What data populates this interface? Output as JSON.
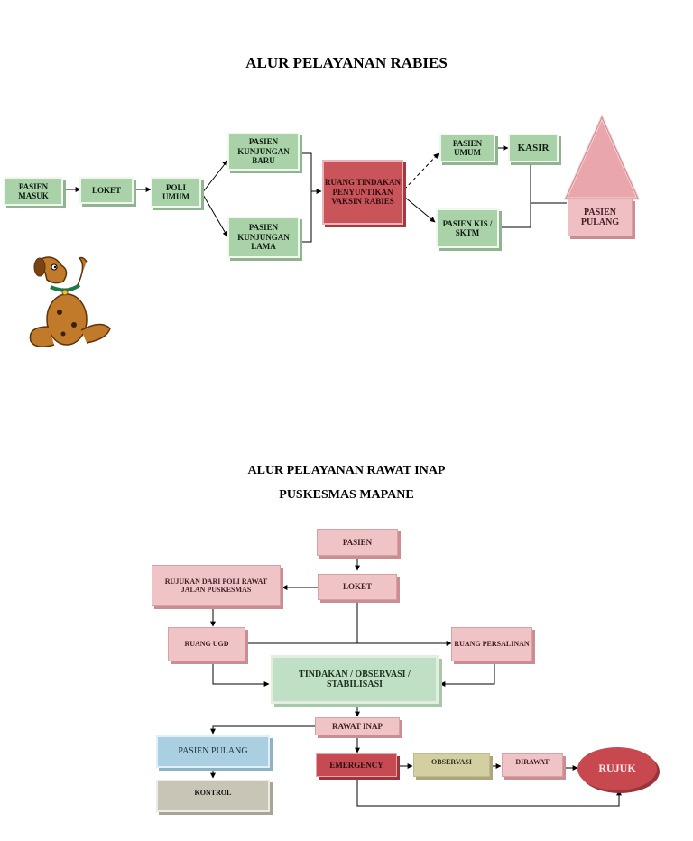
{
  "rabies": {
    "title": "ALUR PELAYANAN RABIES",
    "nodes": {
      "pasien_masuk": "PASIEN MASUK",
      "loket": "LOKET",
      "poli_umum": "POLI UMUM",
      "kunjungan_baru": "PASIEN KUNJUNGAN BARU",
      "kunjungan_lama": "PASIEN KUNJUNGAN LAMA",
      "ruang_tindakan": "RUANG TINDAKAN PENYUNTIKAN VAKSIN RABIES",
      "pasien_umum": "PASIEN UMUM",
      "pasien_kis": "PASIEN KIS / SKTM",
      "kasir": "KASIR",
      "pasien_pulang": "PASIEN PULANG"
    }
  },
  "rawat_inap": {
    "title_line1": "ALUR PELAYANAN RAWAT INAP",
    "title_line2": "PUSKESMAS MAPANE",
    "nodes": {
      "pasien": "PASIEN",
      "loket": "LOKET",
      "rujukan": "RUJUKAN DARI POLI RAWAT JALAN PUSKESMAS",
      "ruang_ugd": "RUANG UGD",
      "ruang_persalinan": "RUANG PERSALINAN",
      "tindakan": "TINDAKAN / OBSERVASI / STABILISASI",
      "rawat_inap": "RAWAT INAP",
      "pasien_pulang": "PASIEN PULANG",
      "kontrol": "KONTROL",
      "emergency": "EMERGENCY",
      "observasi": "OBSERVASI",
      "dirawat": "DIRAWAT",
      "rujuk": "RUJUK"
    }
  },
  "colors": {
    "green_box": "#a9d2a9",
    "red_box": "#c9545a",
    "pink_box": "#f0c4c6",
    "blue_box": "#a9cfe0",
    "mascot_brown": "#c17a2a"
  },
  "mascot_icon": "cartoon-dog-icon"
}
